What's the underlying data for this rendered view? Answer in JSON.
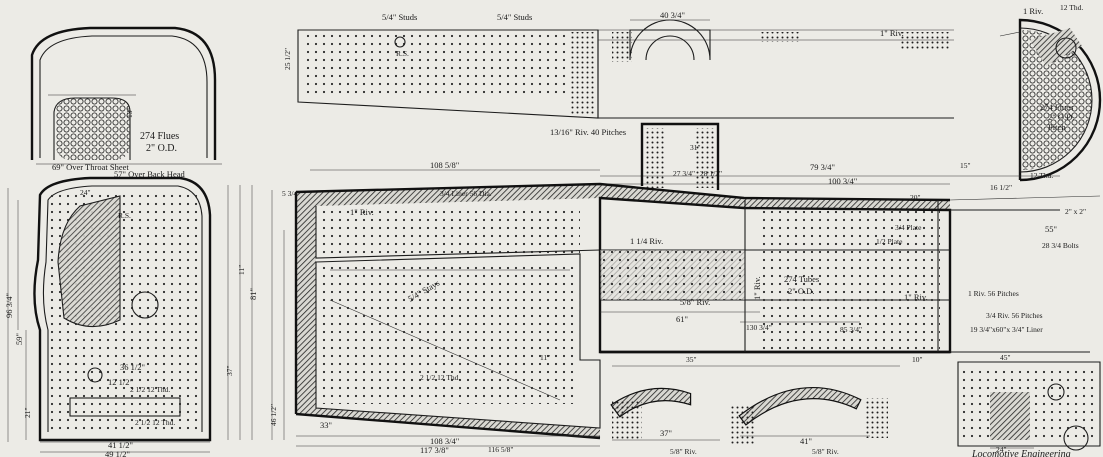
{
  "labels": {
    "flues_top": "274 Flues",
    "flues_top_od": "2\" O.D.",
    "over_throat_sheet": "69\" Over Throat Sheet",
    "over_back_head": "57\" Over Back Head",
    "studs_a": "5/4\" Studs",
    "studs_b": "5/4\" Studs",
    "rs": "R.S.",
    "riv_top": "1\" Riv.",
    "riv_pitches": "13/16\" Riv. 40 Pitches",
    "flues_right": "274 Flues",
    "flues_right_od": "2\" O.D.",
    "pitch_right": "Pitch",
    "thd_12": "12 Thd.",
    "one_riv": "1 Riv.",
    "one_riv_main": "1\" Riv.",
    "stays": "5/4\" Stays",
    "thd_a": "2 1/2 12 Thd.",
    "thd_b": "2 1/2 12 Thd.",
    "riv_mid": "1 1/4 Riv.",
    "riv_5_8": "5/8\" Riv.",
    "tubes_main": "274 Tubes",
    "tubes_od": "2\" O.D.",
    "plate_a": "1/2 Plate",
    "plate_b": "3/4 Plate",
    "riv_1": "1\" Riv.",
    "riv_56": "1 Riv. 56 Pitches",
    "riv_34_56": "3/4 Riv. 56 Pitches",
    "liner_bottom": "19 3/4\"x60\"x 3/4\" Liner",
    "liner_dia": "3/4 Liner 56 Dia.",
    "bolts": "28 3/4 Bolts",
    "tube_angle": "2\" x 2\"",
    "dim_108a": "108 5/8\"",
    "dim_108b": "108 3/4\"",
    "dim_117": "117 3/8\"",
    "dim_116": "116 5/8\"",
    "dim_79": "79 3/4\"",
    "dim_100": "100 3/4\"",
    "dim_130": "130 3/4\"",
    "dim_61": "61\"",
    "dim_85": "85 3/4\"",
    "dim_40": "40 3/4\"",
    "dim_55": "55\"",
    "dim_41a": "41 1/2\"",
    "dim_41b": "41\"",
    "dim_49": "49 1/2\"",
    "dim_81": "81\"",
    "dim_96": "96 3/4\"",
    "dim_59": "59\"",
    "dim_36": "36 1/2\"",
    "dim_31": "31\"",
    "dim_33": "33\"",
    "dim_27": "27 3/4\"",
    "dim_28": "28 1/2\"",
    "dim_45": "45\"",
    "dim_46": "46 1/2\"",
    "dim_25": "25 1/2\"",
    "dim_13": "13\"",
    "dim_24": "24\"",
    "dim_21": "21\"",
    "dim_37": "37\"",
    "dim_11": "11\"",
    "dim_15": "15\"",
    "dim_16": "16 1/2\"",
    "dim_20": "20\"",
    "dim_10": "10\"",
    "dim_5": "5 3/4\"",
    "dim_35": "35\"",
    "dim_12": "12 1/2\"",
    "credit": "Locomotive Engineering"
  }
}
